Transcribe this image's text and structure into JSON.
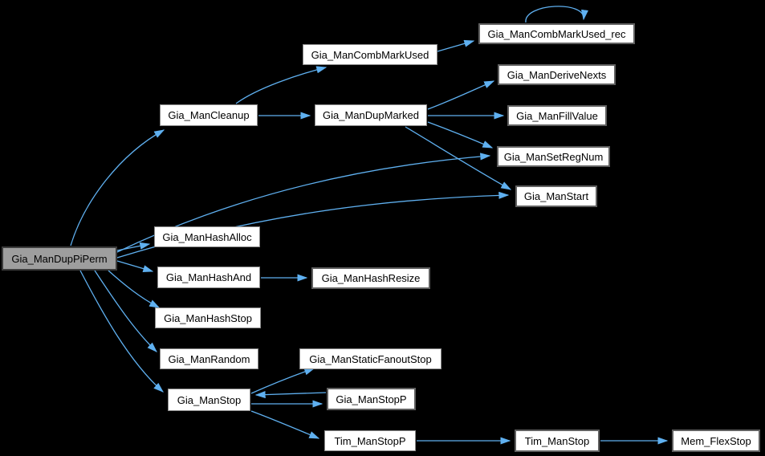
{
  "diagram": {
    "type": "call-graph",
    "background_color": "#000000",
    "arrow_color": "#5fb0f0",
    "node_fill": "#ffffff",
    "node_text_color": "#000000",
    "focus_node_fill": "#9e9e9e",
    "nodes": [
      {
        "id": "gia-mancombmarkused-rec",
        "label": "Gia_ManCombMarkUsed_rec"
      },
      {
        "id": "gia-mancombmarkused",
        "label": "Gia_ManCombMarkUsed"
      },
      {
        "id": "gia-manderivenexts",
        "label": "Gia_ManDeriveNexts"
      },
      {
        "id": "gia-mancleanup",
        "label": "Gia_ManCleanup"
      },
      {
        "id": "gia-mandupmarked",
        "label": "Gia_ManDupMarked"
      },
      {
        "id": "gia-manfillvalue",
        "label": "Gia_ManFillValue"
      },
      {
        "id": "gia-mansetregnum",
        "label": "Gia_ManSetRegNum"
      },
      {
        "id": "gia-manstart",
        "label": "Gia_ManStart"
      },
      {
        "id": "gia-manhashalloc",
        "label": "Gia_ManHashAlloc"
      },
      {
        "id": "gia-manduppiperm",
        "label": "Gia_ManDupPiPerm"
      },
      {
        "id": "gia-manhashand",
        "label": "Gia_ManHashAnd"
      },
      {
        "id": "gia-manhashresize",
        "label": "Gia_ManHashResize"
      },
      {
        "id": "gia-manhashstop",
        "label": "Gia_ManHashStop"
      },
      {
        "id": "gia-manrandom",
        "label": "Gia_ManRandom"
      },
      {
        "id": "gia-manstaticfanoutstop",
        "label": "Gia_ManStaticFanoutStop"
      },
      {
        "id": "gia-manstop",
        "label": "Gia_ManStop"
      },
      {
        "id": "gia-manstopp",
        "label": "Gia_ManStopP"
      },
      {
        "id": "tim-manstopp",
        "label": "Tim_ManStopP"
      },
      {
        "id": "tim-manstop",
        "label": "Tim_ManStop"
      },
      {
        "id": "mem-flexstop",
        "label": "Mem_FlexStop"
      }
    ],
    "edges": [
      {
        "from": "gia-manduppiperm",
        "to": "gia-mancleanup"
      },
      {
        "from": "gia-manduppiperm",
        "to": "gia-mansetregnum"
      },
      {
        "from": "gia-manduppiperm",
        "to": "gia-manstart"
      },
      {
        "from": "gia-manduppiperm",
        "to": "gia-manhashalloc"
      },
      {
        "from": "gia-manduppiperm",
        "to": "gia-manhashand"
      },
      {
        "from": "gia-manduppiperm",
        "to": "gia-manhashstop"
      },
      {
        "from": "gia-manduppiperm",
        "to": "gia-manrandom"
      },
      {
        "from": "gia-manduppiperm",
        "to": "gia-manstop"
      },
      {
        "from": "gia-mancleanup",
        "to": "gia-mancombmarkused"
      },
      {
        "from": "gia-mancleanup",
        "to": "gia-mandupmarked"
      },
      {
        "from": "gia-mancombmarkused",
        "to": "gia-mancombmarkused-rec"
      },
      {
        "from": "gia-mancombmarkused-rec",
        "to": "gia-mancombmarkused-rec"
      },
      {
        "from": "gia-mandupmarked",
        "to": "gia-manderivenexts"
      },
      {
        "from": "gia-mandupmarked",
        "to": "gia-manfillvalue"
      },
      {
        "from": "gia-mandupmarked",
        "to": "gia-mansetregnum"
      },
      {
        "from": "gia-mandupmarked",
        "to": "gia-manstart"
      },
      {
        "from": "gia-manhashand",
        "to": "gia-manhashresize"
      },
      {
        "from": "gia-manstop",
        "to": "gia-manstaticfanoutstop"
      },
      {
        "from": "gia-manstop",
        "to": "gia-manstopp"
      },
      {
        "from": "gia-manstopp",
        "to": "gia-manstop"
      },
      {
        "from": "gia-manstop",
        "to": "tim-manstopp"
      },
      {
        "from": "tim-manstopp",
        "to": "tim-manstop"
      },
      {
        "from": "tim-manstop",
        "to": "mem-flexstop"
      }
    ]
  }
}
